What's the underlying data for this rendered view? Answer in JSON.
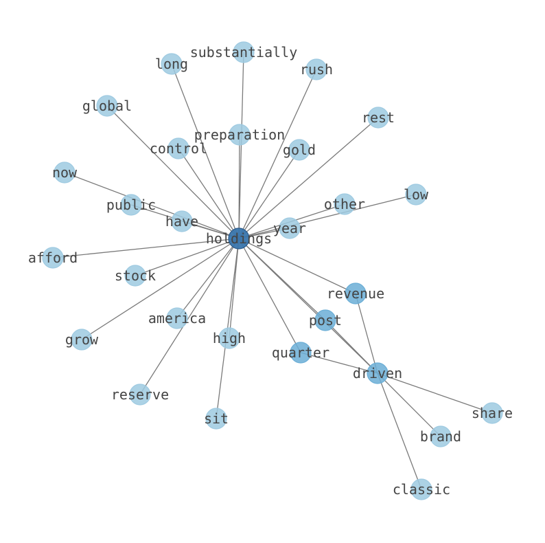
{
  "graph": {
    "colors": {
      "node_light": "#9ecae1",
      "node_medium": "#6baed6",
      "node_dark": "#3a76ad",
      "edge": "#7a7a7a",
      "label": "#444444"
    },
    "nodes": [
      {
        "id": "holdings",
        "label": "holdings",
        "shade": "dark"
      },
      {
        "id": "driven",
        "label": "driven",
        "shade": "medium"
      },
      {
        "id": "substantially",
        "label": "substantially",
        "shade": "light"
      },
      {
        "id": "long",
        "label": "long",
        "shade": "light"
      },
      {
        "id": "rush",
        "label": "rush",
        "shade": "light"
      },
      {
        "id": "global",
        "label": "global",
        "shade": "light"
      },
      {
        "id": "rest",
        "label": "rest",
        "shade": "light"
      },
      {
        "id": "preparation",
        "label": "preparation",
        "shade": "light"
      },
      {
        "id": "control",
        "label": "control",
        "shade": "light"
      },
      {
        "id": "gold",
        "label": "gold",
        "shade": "light"
      },
      {
        "id": "now",
        "label": "now",
        "shade": "light"
      },
      {
        "id": "low",
        "label": "low",
        "shade": "light"
      },
      {
        "id": "public",
        "label": "public",
        "shade": "light"
      },
      {
        "id": "other",
        "label": "other",
        "shade": "light"
      },
      {
        "id": "have",
        "label": "have",
        "shade": "light"
      },
      {
        "id": "year",
        "label": "year",
        "shade": "light"
      },
      {
        "id": "afford",
        "label": "afford",
        "shade": "light"
      },
      {
        "id": "stock",
        "label": "stock",
        "shade": "light"
      },
      {
        "id": "revenue",
        "label": "revenue",
        "shade": "medium"
      },
      {
        "id": "america",
        "label": "america",
        "shade": "light"
      },
      {
        "id": "post",
        "label": "post",
        "shade": "medium"
      },
      {
        "id": "grow",
        "label": "grow",
        "shade": "light"
      },
      {
        "id": "high",
        "label": "high",
        "shade": "light"
      },
      {
        "id": "quarter",
        "label": "quarter",
        "shade": "medium"
      },
      {
        "id": "reserve",
        "label": "reserve",
        "shade": "light"
      },
      {
        "id": "share",
        "label": "share",
        "shade": "light"
      },
      {
        "id": "sit",
        "label": "sit",
        "shade": "light"
      },
      {
        "id": "brand",
        "label": "brand",
        "shade": "light"
      },
      {
        "id": "classic",
        "label": "classic",
        "shade": "light"
      }
    ],
    "edges": [
      [
        "holdings",
        "substantially"
      ],
      [
        "holdings",
        "long"
      ],
      [
        "holdings",
        "rush"
      ],
      [
        "holdings",
        "global"
      ],
      [
        "holdings",
        "rest"
      ],
      [
        "holdings",
        "preparation"
      ],
      [
        "holdings",
        "control"
      ],
      [
        "holdings",
        "gold"
      ],
      [
        "holdings",
        "now"
      ],
      [
        "holdings",
        "low"
      ],
      [
        "holdings",
        "public"
      ],
      [
        "holdings",
        "other"
      ],
      [
        "holdings",
        "have"
      ],
      [
        "holdings",
        "year"
      ],
      [
        "holdings",
        "afford"
      ],
      [
        "holdings",
        "stock"
      ],
      [
        "holdings",
        "revenue"
      ],
      [
        "holdings",
        "america"
      ],
      [
        "holdings",
        "post"
      ],
      [
        "holdings",
        "grow"
      ],
      [
        "holdings",
        "high"
      ],
      [
        "holdings",
        "quarter"
      ],
      [
        "holdings",
        "reserve"
      ],
      [
        "holdings",
        "sit"
      ],
      [
        "holdings",
        "driven"
      ],
      [
        "driven",
        "revenue"
      ],
      [
        "driven",
        "post"
      ],
      [
        "driven",
        "quarter"
      ],
      [
        "driven",
        "share"
      ],
      [
        "driven",
        "brand"
      ],
      [
        "driven",
        "classic"
      ]
    ]
  }
}
